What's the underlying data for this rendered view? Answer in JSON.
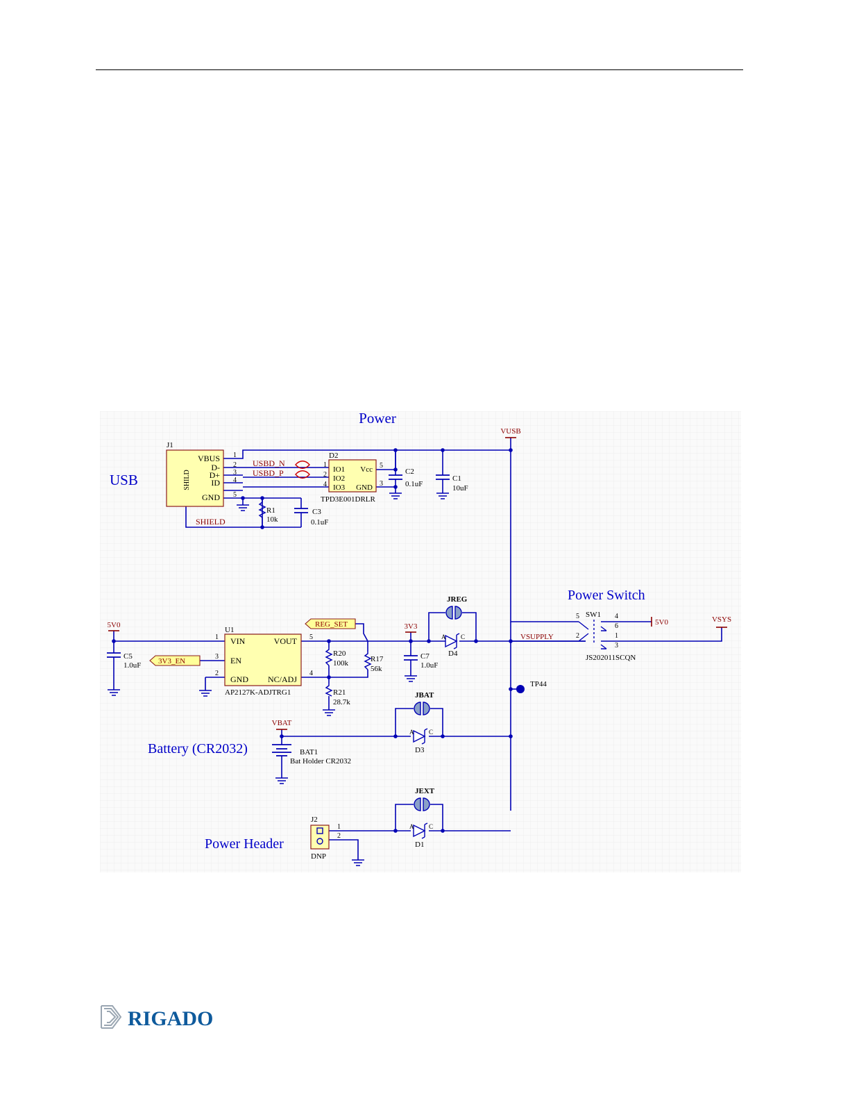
{
  "schematic": {
    "title": "Power",
    "sections": {
      "usb": "USB",
      "power_switch": "Power Switch",
      "battery": "Battery (CR2032)",
      "power_header": "Power Header"
    },
    "nets": {
      "vusb": "VUSB",
      "v5v0_top": "5V0",
      "vsys": "VSYS",
      "v5v0_left": "5V0",
      "v3v3": "3V3",
      "vsupply": "VSUPPLY",
      "vbat": "VBAT",
      "shield": "SHIELD",
      "usbd_n": "USBD_N",
      "usbd_p": "USBD_P",
      "v3v3_en": "3V3_EN",
      "reg_set": "REG_SET"
    },
    "j1": {
      "ref": "J1",
      "shield_pin": "SHILD",
      "pins": [
        "VBUS",
        "D-",
        "D+",
        "ID",
        "GND"
      ],
      "pin_nums": [
        "1",
        "2",
        "3",
        "4",
        "5"
      ]
    },
    "d2": {
      "ref": "D2",
      "part": "TPD3E001DRLR",
      "left_pins": [
        "IO1",
        "IO2",
        "IO3"
      ],
      "left_nums": [
        "1",
        "2",
        "4"
      ],
      "right_pins": [
        "Vcc",
        "GND"
      ],
      "right_nums": [
        "5",
        "3"
      ]
    },
    "caps": {
      "c1": {
        "ref": "C1",
        "val": "10uF"
      },
      "c2": {
        "ref": "C2",
        "val": "0.1uF"
      },
      "c3": {
        "ref": "C3",
        "val": "0.1uF"
      },
      "c5": {
        "ref": "C5",
        "val": "1.0uF"
      },
      "c7": {
        "ref": "C7",
        "val": "1.0uF"
      }
    },
    "resistors": {
      "r1": {
        "ref": "R1",
        "val": "10k"
      },
      "r17": {
        "ref": "R17",
        "val": "56k"
      },
      "r20": {
        "ref": "R20",
        "val": "100k"
      },
      "r21": {
        "ref": "R21",
        "val": "28.7k"
      }
    },
    "u1": {
      "ref": "U1",
      "part": "AP2127K-ADJTRG1",
      "vin": "VIN",
      "en": "EN",
      "gnd": "GND",
      "vout": "VOUT",
      "ncadj": "NC/ADJ",
      "n1": "1",
      "n3": "3",
      "n2": "2",
      "n5": "5",
      "n4": "4"
    },
    "jumpers": {
      "jreg": "JREG",
      "jbat": "JBAT",
      "jext": "JEXT"
    },
    "diodes": {
      "d1": "D1",
      "d3": "D3",
      "d4": "D4",
      "anode": "A",
      "cathode": "C"
    },
    "sw1": {
      "ref": "SW1",
      "part": "JS202011SCQN",
      "n5": "5",
      "n4": "4",
      "n6": "6",
      "n2": "2",
      "n1": "1",
      "n3": "3"
    },
    "tp44": "TP44",
    "bat1": {
      "ref": "BAT1",
      "part": "Bat Holder CR2032"
    },
    "j2": {
      "ref": "J2",
      "dnp": "DNP",
      "n1": "1",
      "n2": "2"
    }
  },
  "footer": {
    "logo_text": "RIGADO"
  },
  "colors": {
    "wire": "#0000b4",
    "net_label": "#8b0000",
    "part_fill": "#ffffb0",
    "part_border": "#8b1a1a",
    "section_text": "#0000c8",
    "grid": "#e6e6e6",
    "logo": "#0e5a9c"
  }
}
